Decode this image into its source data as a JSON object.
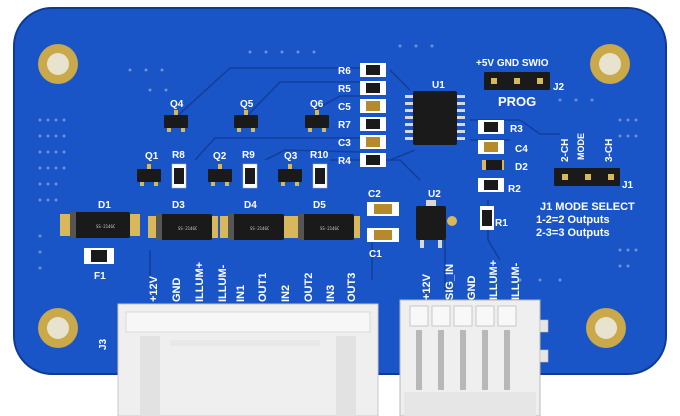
{
  "colors": {
    "board": "#1a55c8",
    "board_dark": "#1243a8",
    "trace": "#143f9e",
    "pad_gold": "#d8b85a",
    "silkscreen": "#ffffff",
    "component_black": "#1a1a1a",
    "connector_white": "#efefef"
  },
  "labels": {
    "q1": "Q1",
    "q2": "Q2",
    "q3": "Q3",
    "q4": "Q4",
    "q5": "Q5",
    "q6": "Q6",
    "r1": "R1",
    "r2": "R2",
    "r3": "R3",
    "r4": "R4",
    "r5": "R5",
    "r6": "R6",
    "r7": "R7",
    "r8": "R8",
    "r9": "R9",
    "r10": "R10",
    "c1": "C1",
    "c2": "C2",
    "c3": "C3",
    "c4": "C4",
    "c5": "C5",
    "d1": "D1",
    "d2": "D2",
    "d3": "D3",
    "d4": "D4",
    "d5": "D5",
    "u1": "U1",
    "u2": "U2",
    "f1": "F1",
    "j1": "J1",
    "j2": "J2",
    "j3": "J3"
  },
  "prog_header": {
    "pins": "+5V GND SWIO",
    "title": "PROG"
  },
  "mode_header": {
    "opt1": "2-CH",
    "mode": "MODE",
    "opt2": "3-CH"
  },
  "mode_note": {
    "line1": "J1 MODE SELECT",
    "line2": "1-2=2 Outputs",
    "line3": "2-3=3 Outputs"
  },
  "j3_pins": [
    "+12V",
    "GND",
    "ILLUM+",
    "ILLUM-",
    "IN1",
    "OUT1",
    "IN2",
    "OUT2",
    "IN3",
    "OUT3"
  ],
  "j4_pins": [
    "+12V",
    "SIG_IN",
    "GND",
    "ILLUM+",
    "ILLUM-"
  ],
  "diode_marking": "SS-2146C"
}
